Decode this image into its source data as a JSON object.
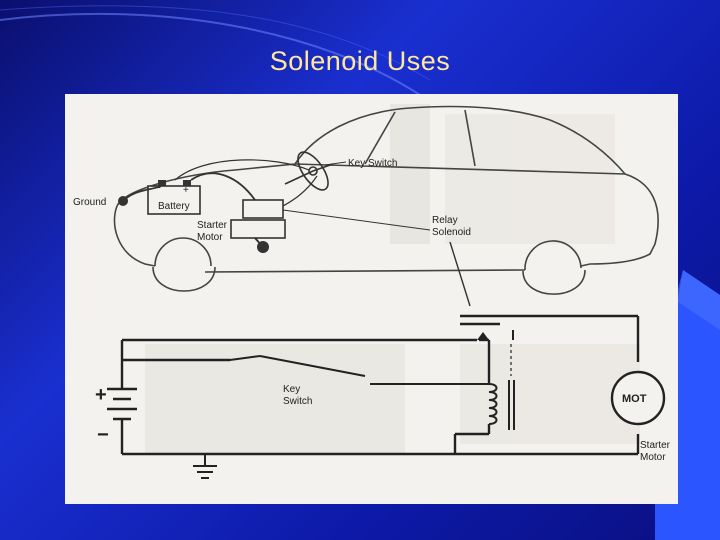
{
  "slide": {
    "title": "Solenoid Uses",
    "colors": {
      "background": "#1a2fd0",
      "title": "#ffe89a",
      "accent": "#2b56ff"
    }
  },
  "diagram": {
    "labels": {
      "ground": "Ground",
      "battery": "Battery",
      "battery_minus": "−",
      "battery_plus": "+",
      "key_switch_top": "Key Switch",
      "starter_motor_top_1": "Starter",
      "starter_motor_top_2": "Motor",
      "relay_1": "Relay",
      "relay_2": "Solenoid",
      "key_switch_bottom_1": "Key",
      "key_switch_bottom_2": "Switch",
      "mot": "MOT",
      "starter_motor_bottom_1": "Starter",
      "starter_motor_bottom_2": "Motor",
      "circuit_plus": "+",
      "circuit_minus": "−"
    }
  }
}
